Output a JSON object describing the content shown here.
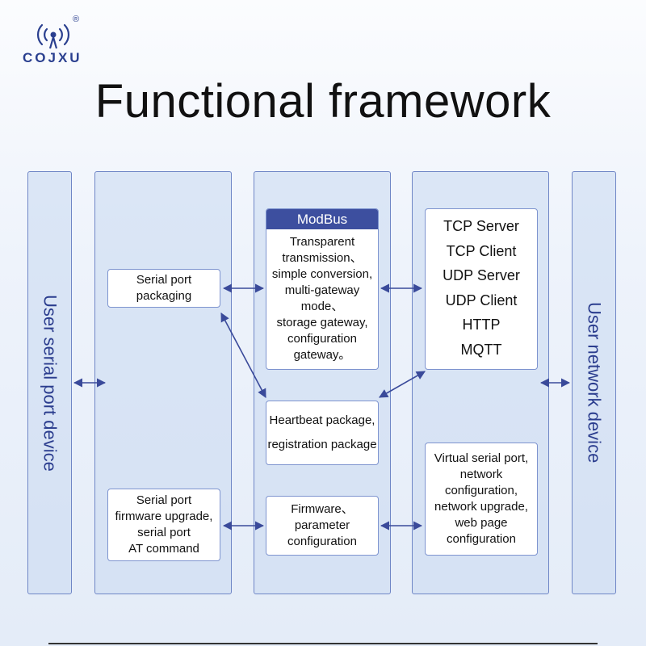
{
  "brand": {
    "name": "COJXU",
    "registered": "®"
  },
  "title": "Functional framework",
  "left_device": "User serial port device",
  "right_device": "User network device",
  "serial_packaging": "Serial port packaging",
  "serial_upgrade": [
    "Serial port",
    "firmware upgrade,",
    "serial port",
    "AT command"
  ],
  "modbus": {
    "header": "ModBus",
    "lines": [
      "Transparent",
      "transmission、",
      "simple conversion,",
      "multi-gateway",
      "mode、",
      "storage gateway,",
      "configuration",
      "gateway。"
    ]
  },
  "heartbeat": [
    "Heartbeat package,",
    "registration package"
  ],
  "firmware": [
    "Firmware、",
    "parameter",
    "configuration"
  ],
  "protocols": [
    "TCP Server",
    "TCP Client",
    "UDP Server",
    "UDP Client",
    "HTTP",
    "MQTT"
  ],
  "virtual": [
    "Virtual serial port,",
    "network",
    "configuration,",
    "network upgrade,",
    "web page",
    "configuration"
  ],
  "colors": {
    "accent": "#3d4f9f",
    "column_border": "#6f86c6",
    "arrow": "#3a4a9a"
  }
}
